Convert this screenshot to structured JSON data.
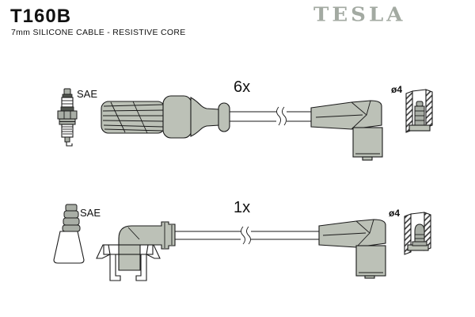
{
  "header": {
    "part_number": "T160B",
    "subtitle": "7mm SILICONE CABLE - RESISTIVE CORE",
    "brand": "TESLA"
  },
  "colors": {
    "background": "#ffffff",
    "outline": "#1a1a1a",
    "part_fill": "#bcc1b7",
    "part_mid": "#a9aea6",
    "part_dark": "#4f534d",
    "brand_gray": "#a3aaa2"
  },
  "rows": [
    {
      "id": "top",
      "quantity_label": "6x",
      "plug_end_label": "SAE",
      "terminal_label": "ø4",
      "plug_end_icon": "spark-plug-icon",
      "boot_icon": "straight-ribbed-boot-icon",
      "connector_icon": "angled-boot-icon",
      "terminal_icon": "terminal-cap-cross-section-icon",
      "cable_break_icon": "cable-break-icon"
    },
    {
      "id": "bottom",
      "quantity_label": "1x",
      "plug_end_label": "SAE",
      "terminal_label": "ø4",
      "plug_end_icon": "coil-tower-boot-icon",
      "connector_icon": "angled-boot-with-bracket-icon",
      "terminal_icon": "terminal-cap-cross-section-icon",
      "cable_break_icon": "cable-break-icon"
    }
  ]
}
